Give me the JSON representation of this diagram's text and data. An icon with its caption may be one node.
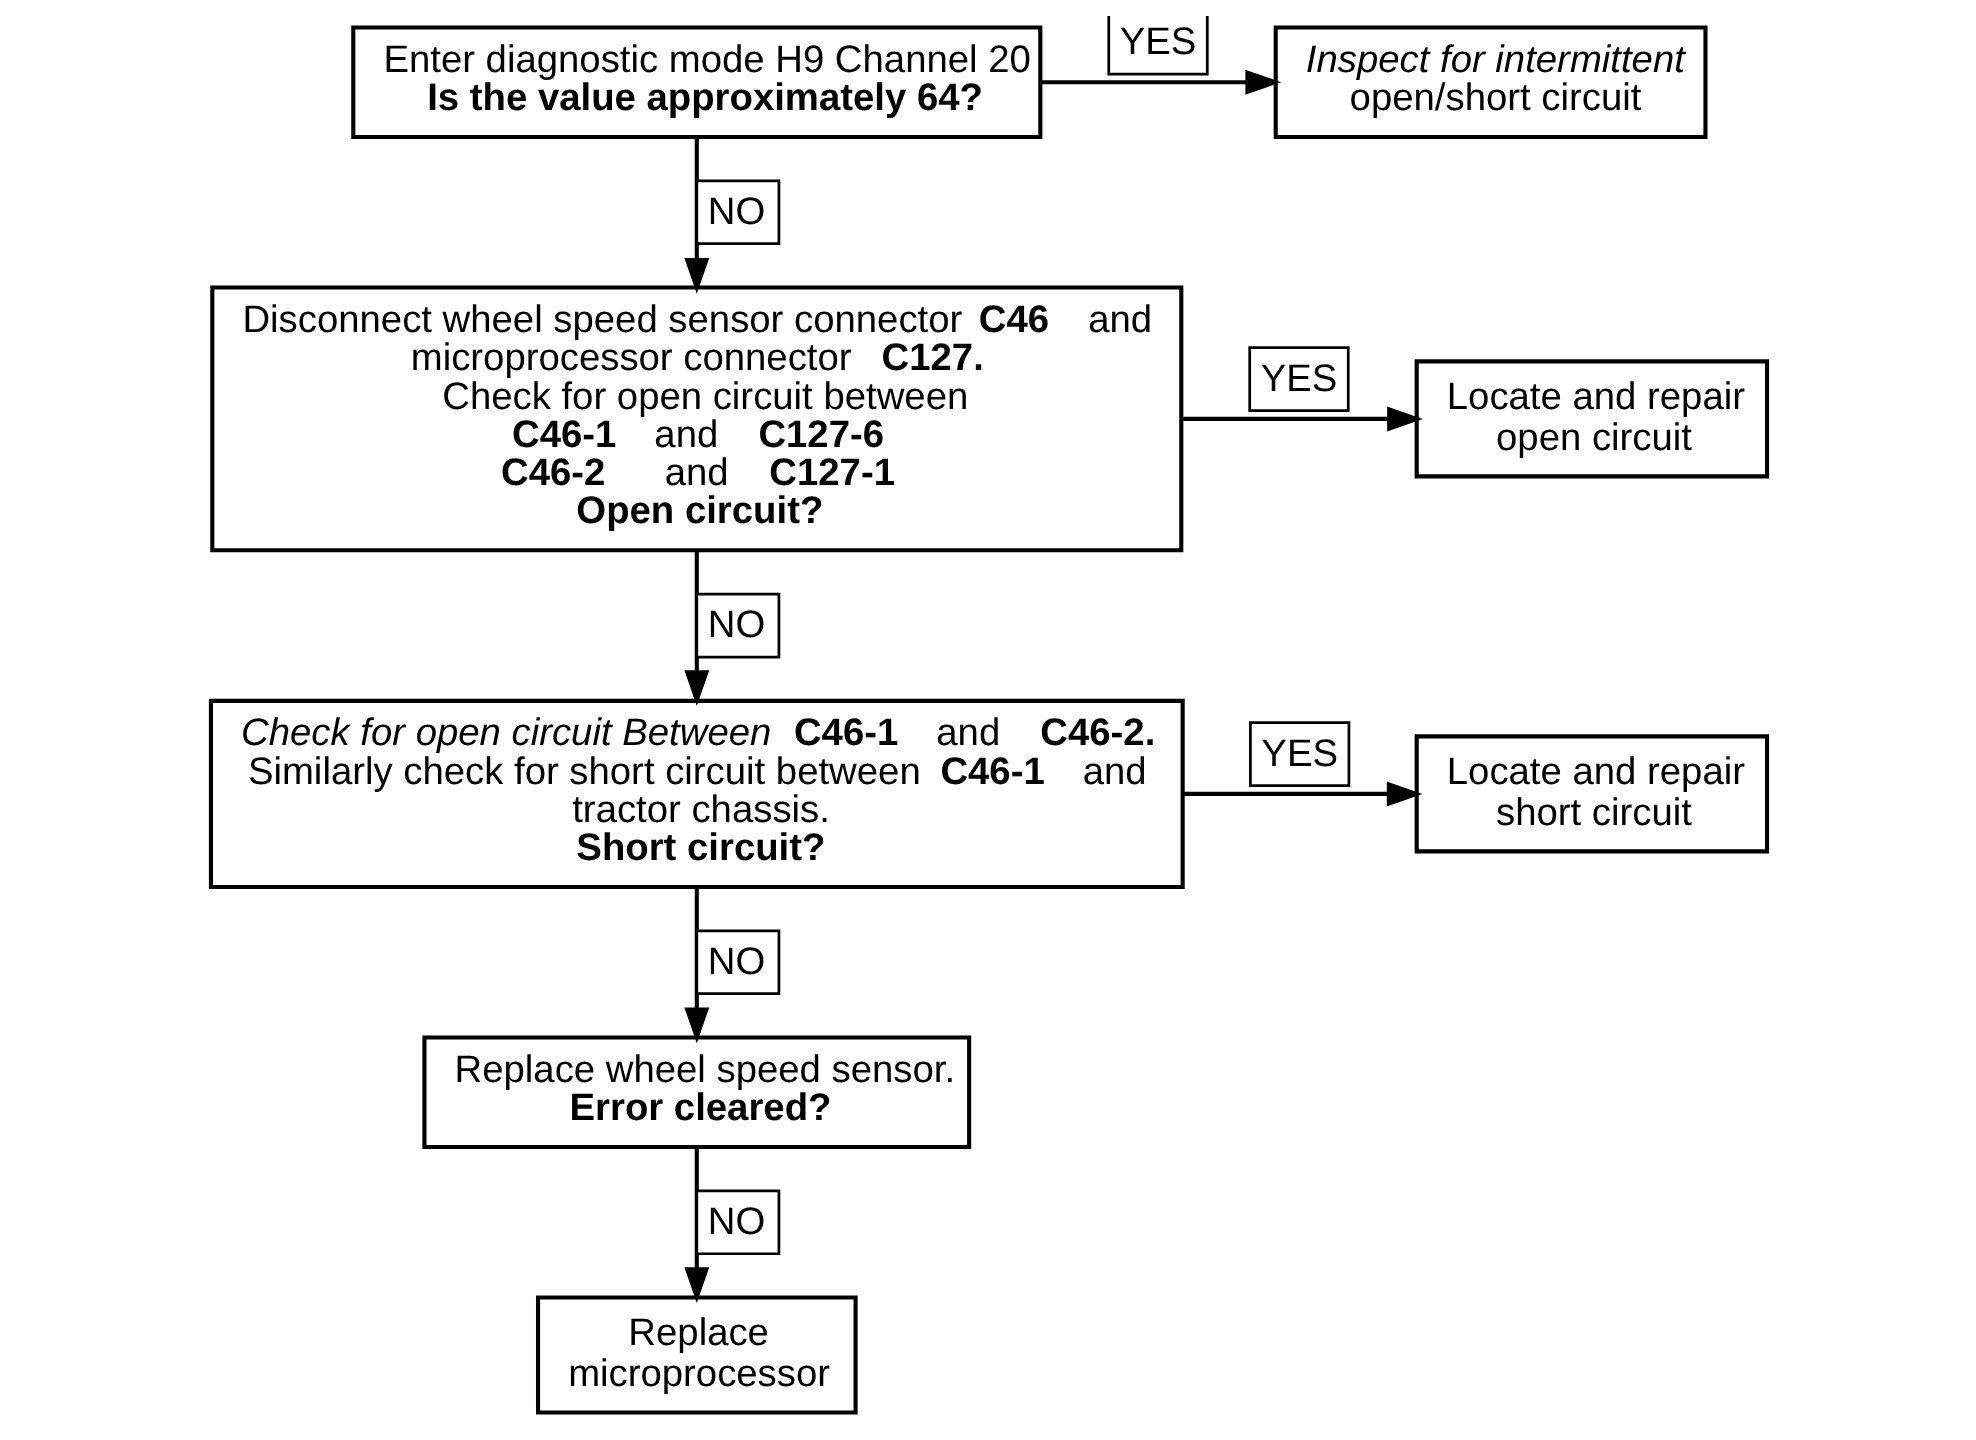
{
  "diagram": {
    "nodes": [
      {
        "text": [
          "Enter diagnostic mode H9 Channel 20",
          "**Is the value approximately 64?**"
        ]
      },
      {
        "text": [
          "*Inspect for intermittent* open/short circuit"
        ]
      },
      {
        "text": [
          "Disconnect wheel speed sensor connector **C46** and microprocessor connector **C127.**",
          "Check for open circuit between",
          "**C46-1** and **C127-6**",
          "**C46-2**  and **C127-1**",
          "**Open circuit?**"
        ]
      },
      {
        "text": [
          "Locate and repair open circuit"
        ]
      },
      {
        "text": [
          "*Check for open circuit Between* **C46-1** and **C46-2.** Similarly check for short circuit between **C46-1** and tractor chassis.",
          "**Short circuit?**"
        ]
      },
      {
        "text": [
          "Locate and repair short circuit"
        ]
      },
      {
        "text": [
          "Replace wheel speed sensor.",
          "**Error cleared?**"
        ]
      },
      {
        "text": [
          "Replace microprocessor"
        ]
      }
    ],
    "edges": [
      {
        "from": 0,
        "to": 1,
        "arrow": "to",
        "label": "YES"
      },
      {
        "from": 0,
        "to": 2,
        "arrow": "to",
        "label": "NO"
      },
      {
        "from": 2,
        "to": 3,
        "arrow": "to",
        "label": "YES"
      },
      {
        "from": 2,
        "to": 4,
        "arrow": "to",
        "label": "NO"
      },
      {
        "from": 4,
        "to": 5,
        "arrow": "to",
        "label": "YES"
      },
      {
        "from": 4,
        "to": 6,
        "arrow": "to",
        "label": "NO"
      },
      {
        "from": 6,
        "to": 7,
        "arrow": "to",
        "label": "NO"
      }
    ]
  }
}
